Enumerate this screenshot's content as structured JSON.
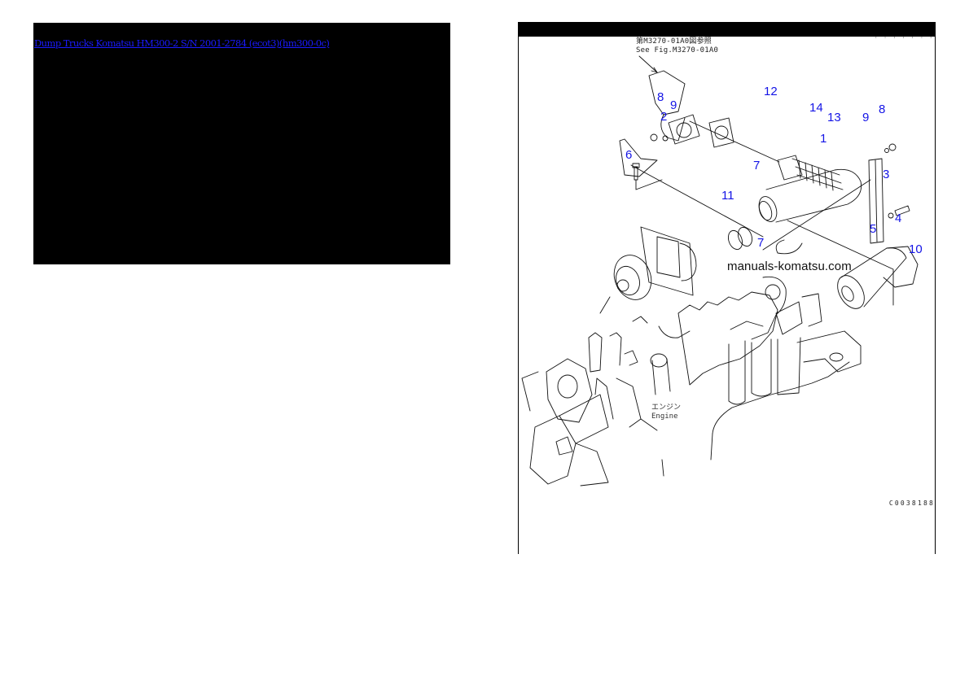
{
  "left_panel": {
    "background": "#000000",
    "link_text": "Dump Trucks Komatsu HM300-2 S/N 2001-2784 (ecot3)(hm300-0c)",
    "link_color": "#1a1aff"
  },
  "right_page": {
    "reference_note": {
      "jp": "第M3270-01A0図参照",
      "en": "See Fig.M3270-01A0"
    },
    "watermark": "manuals-komatsu.com",
    "engine_label": {
      "jp": "エンジン",
      "en": "Engine"
    },
    "figure_number": "C0038188",
    "callout_color": "#1414e6",
    "callouts": [
      {
        "id": "1",
        "label": "1"
      },
      {
        "id": "2",
        "label": "2"
      },
      {
        "id": "3",
        "label": "3"
      },
      {
        "id": "4",
        "label": "4"
      },
      {
        "id": "5",
        "label": "5"
      },
      {
        "id": "6",
        "label": "6"
      },
      {
        "id": "7a",
        "label": "7"
      },
      {
        "id": "7b",
        "label": "7"
      },
      {
        "id": "8a",
        "label": "8"
      },
      {
        "id": "8b",
        "label": "8"
      },
      {
        "id": "9a",
        "label": "9"
      },
      {
        "id": "9b",
        "label": "9"
      },
      {
        "id": "10",
        "label": "10"
      },
      {
        "id": "11",
        "label": "11"
      },
      {
        "id": "12",
        "label": "12"
      },
      {
        "id": "13",
        "label": "13"
      },
      {
        "id": "14",
        "label": "14"
      }
    ]
  }
}
